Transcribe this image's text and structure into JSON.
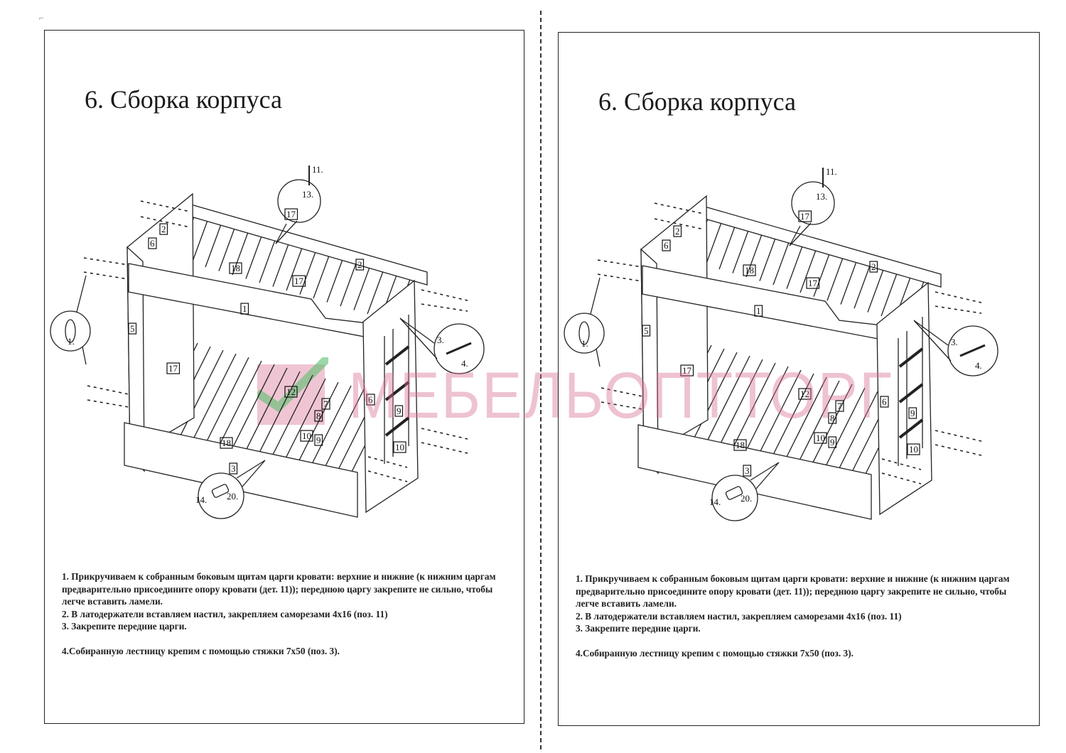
{
  "pages": [
    {
      "title": "6. Сборка корпуса",
      "labels": {
        "p2a": "2",
        "p6a": "6",
        "p18a": "18",
        "p17a": "17",
        "p2b": "2",
        "p1": "1",
        "p5": "5",
        "p17b": "17",
        "p12": "12",
        "p7": "7",
        "p8": "8",
        "p10a": "10",
        "p9a": "9",
        "p6b": "6",
        "p9b": "9",
        "p10b": "10",
        "p18b": "18",
        "p3": "3",
        "p14": "14.",
        "p20": "20.",
        "p11": "11.",
        "p13": "13.",
        "p17c": "17",
        "c3": "3.",
        "c4": "4.",
        "c1": "1."
      },
      "notes": [
        "1. Прикручиваем к собранным  боковым щитам царги кровати: верхние и нижние (к нижним царгам предварительно присоедините опору кровати (дет. 11));  переднюю царгу закрепите не сильно, чтобы легче вставить ламели.",
        "2. В латодержатели  вставляем настил, закрепляем саморезами 4x16 (поз. 11)",
        "3. Закрепите передние царги.",
        "4.Собиранную лестницу крепим с помощью стяжки 7x50 (поз. 3)."
      ]
    },
    {
      "title": "6. Сборка корпуса",
      "labels": {
        "p2a": "2",
        "p6a": "6",
        "p18a": "18",
        "p17a": "17",
        "p2b": "2",
        "p1": "1",
        "p5": "5",
        "p17b": "17",
        "p12": "12",
        "p7": "7",
        "p8": "8",
        "p10a": "10",
        "p9a": "9",
        "p6b": "6",
        "p9b": "9",
        "p10b": "10",
        "p18b": "18",
        "p3": "3",
        "p14": "14.",
        "p20": "20.",
        "p11": "11.",
        "p13": "13.",
        "p17c": "17",
        "c3": "3.",
        "c4": "4.",
        "c1": "1."
      },
      "notes": [
        "1. Прикручиваем к собранным  боковым щитам царги кровати: верхние и нижние (к нижним царгам предварительно присоедините опору кровати (дет. 11));  переднюю царгу закрепите не сильно, чтобы легче вставить ламели.",
        "2. В латодержатели  вставляем настил, закрепляем саморезами 4x16 (поз. 11)",
        "3. Закрепите передние царги.",
        "4.Собиранную лестницу крепим с помощью стяжки 7x50 (поз. 3)."
      ]
    }
  ],
  "watermark": {
    "text": "МЕБЕЛЬОПТТОРГ",
    "color": "#d76e91"
  }
}
